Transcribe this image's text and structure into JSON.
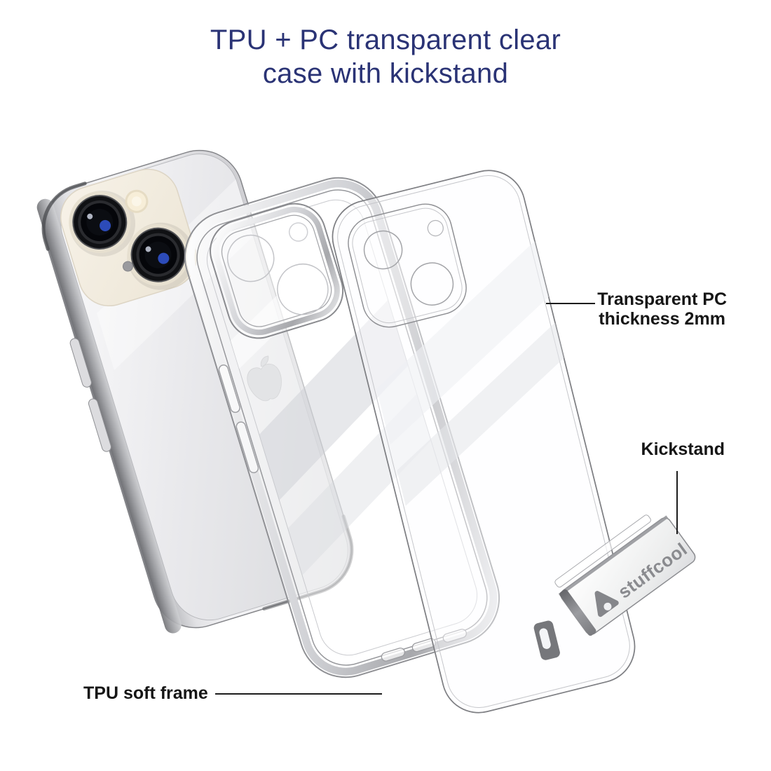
{
  "title": {
    "line1": "TPU + PC transparent clear",
    "line2": "case with kickstand"
  },
  "callouts": {
    "transparent_pc": {
      "line1": "Transparent PC",
      "line2": "thickness 2mm"
    },
    "kickstand": {
      "label": "Kickstand"
    },
    "tpu_frame": {
      "label": "TPU soft frame"
    }
  },
  "brand": {
    "wordmark": "stuffcool"
  },
  "colors": {
    "background": "#ffffff",
    "title_text": "#2a3375",
    "callout_text": "#161616",
    "leader_line": "#1c1c1c",
    "phone_silver": "#e4e4e7",
    "phone_frame_dark": "#4a4b4f",
    "camera_plate_starlight": "#f4efe4",
    "lens_black": "#0b0c10",
    "lens_glint_blue": "#3052cc",
    "flash_warm_white": "#f7eed8",
    "case_silver_edge": "#a7a8ac",
    "kickstand_metal": "#ecedef",
    "brand_gray": "#8a8b8f"
  }
}
